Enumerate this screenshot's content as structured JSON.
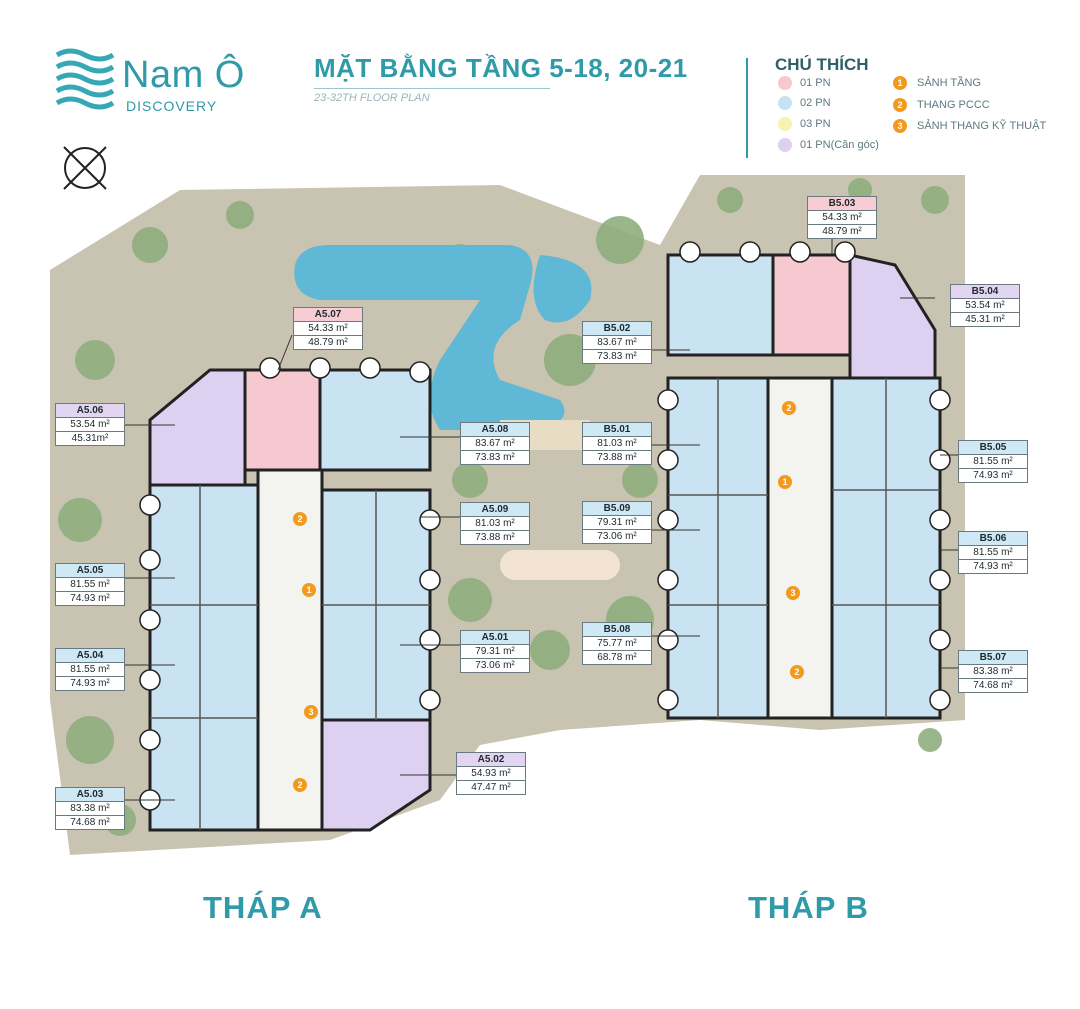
{
  "header": {
    "logo_name": "Nam Ô",
    "logo_sub": "DISCOVERY",
    "title": "MẶT BẰNG TẦNG 5-18, 20-21",
    "subtitle": "23-32TH FLOOR PLAN"
  },
  "legend": {
    "title": "CHÚ THÍCH",
    "types": [
      {
        "label": "01 PN",
        "color": "#f7c9cf"
      },
      {
        "label": "02 PN",
        "color": "#c7e3f3"
      },
      {
        "label": "03 PN",
        "color": "#f7f2b0"
      },
      {
        "label": "01 PN(Căn góc)",
        "color": "#ddd0f0"
      }
    ],
    "features": [
      {
        "num": "1",
        "label": "SẢNH TẦNG"
      },
      {
        "num": "2",
        "label": "THANG PCCC"
      },
      {
        "num": "3",
        "label": "SẢNH THANG KỸ THUẬT"
      }
    ]
  },
  "units": [
    {
      "code": "A5.07",
      "a1": "54.33 m²",
      "a2": "48.79 m²",
      "type": "pink"
    },
    {
      "code": "A5.06",
      "a1": "53.54 m²",
      "a2": "45.31m²",
      "type": "purple"
    },
    {
      "code": "A5.08",
      "a1": "83.67 m²",
      "a2": "73.83 m²",
      "type": "blue"
    },
    {
      "code": "A5.09",
      "a1": "81.03 m²",
      "a2": "73.88 m²",
      "type": "blue"
    },
    {
      "code": "A5.05",
      "a1": "81.55 m²",
      "a2": "74.93 m²",
      "type": "blue"
    },
    {
      "code": "A5.04",
      "a1": "81.55 m²",
      "a2": "74.93 m²",
      "type": "blue"
    },
    {
      "code": "A5.01",
      "a1": "79.31 m²",
      "a2": "73.06 m²",
      "type": "blue"
    },
    {
      "code": "A5.02",
      "a1": "54.93 m²",
      "a2": "47.47 m²",
      "type": "purple"
    },
    {
      "code": "A5.03",
      "a1": "83.38 m²",
      "a2": "74.68 m²",
      "type": "blue"
    },
    {
      "code": "B5.03",
      "a1": "54.33 m²",
      "a2": "48.79 m²",
      "type": "pink"
    },
    {
      "code": "B5.04",
      "a1": "53.54 m²",
      "a2": "45.31 m²",
      "type": "purple"
    },
    {
      "code": "B5.02",
      "a1": "83.67 m²",
      "a2": "73.83 m²",
      "type": "blue"
    },
    {
      "code": "B5.01",
      "a1": "81.03 m²",
      "a2": "73.88 m²",
      "type": "blue"
    },
    {
      "code": "B5.05",
      "a1": "81.55 m²",
      "a2": "74.93 m²",
      "type": "blue"
    },
    {
      "code": "B5.09",
      "a1": "79.31 m²",
      "a2": "73.06 m²",
      "type": "blue"
    },
    {
      "code": "B5.06",
      "a1": "81.55 m²",
      "a2": "74.93 m²",
      "type": "blue"
    },
    {
      "code": "B5.08",
      "a1": "75.77 m²",
      "a2": "68.78 m²",
      "type": "blue"
    },
    {
      "code": "B5.07",
      "a1": "83.38 m²",
      "a2": "74.68 m²",
      "type": "blue"
    }
  ],
  "badges": [
    "1",
    "2",
    "3"
  ],
  "towers": {
    "a": "THÁP A",
    "b": "THÁP B"
  },
  "colors": {
    "brand": "#2f9aa8",
    "badge": "#f39a1e",
    "unit_blue": "#c7e3f3",
    "unit_pink": "#f7c9cf",
    "unit_purple": "#ddd0f0"
  }
}
